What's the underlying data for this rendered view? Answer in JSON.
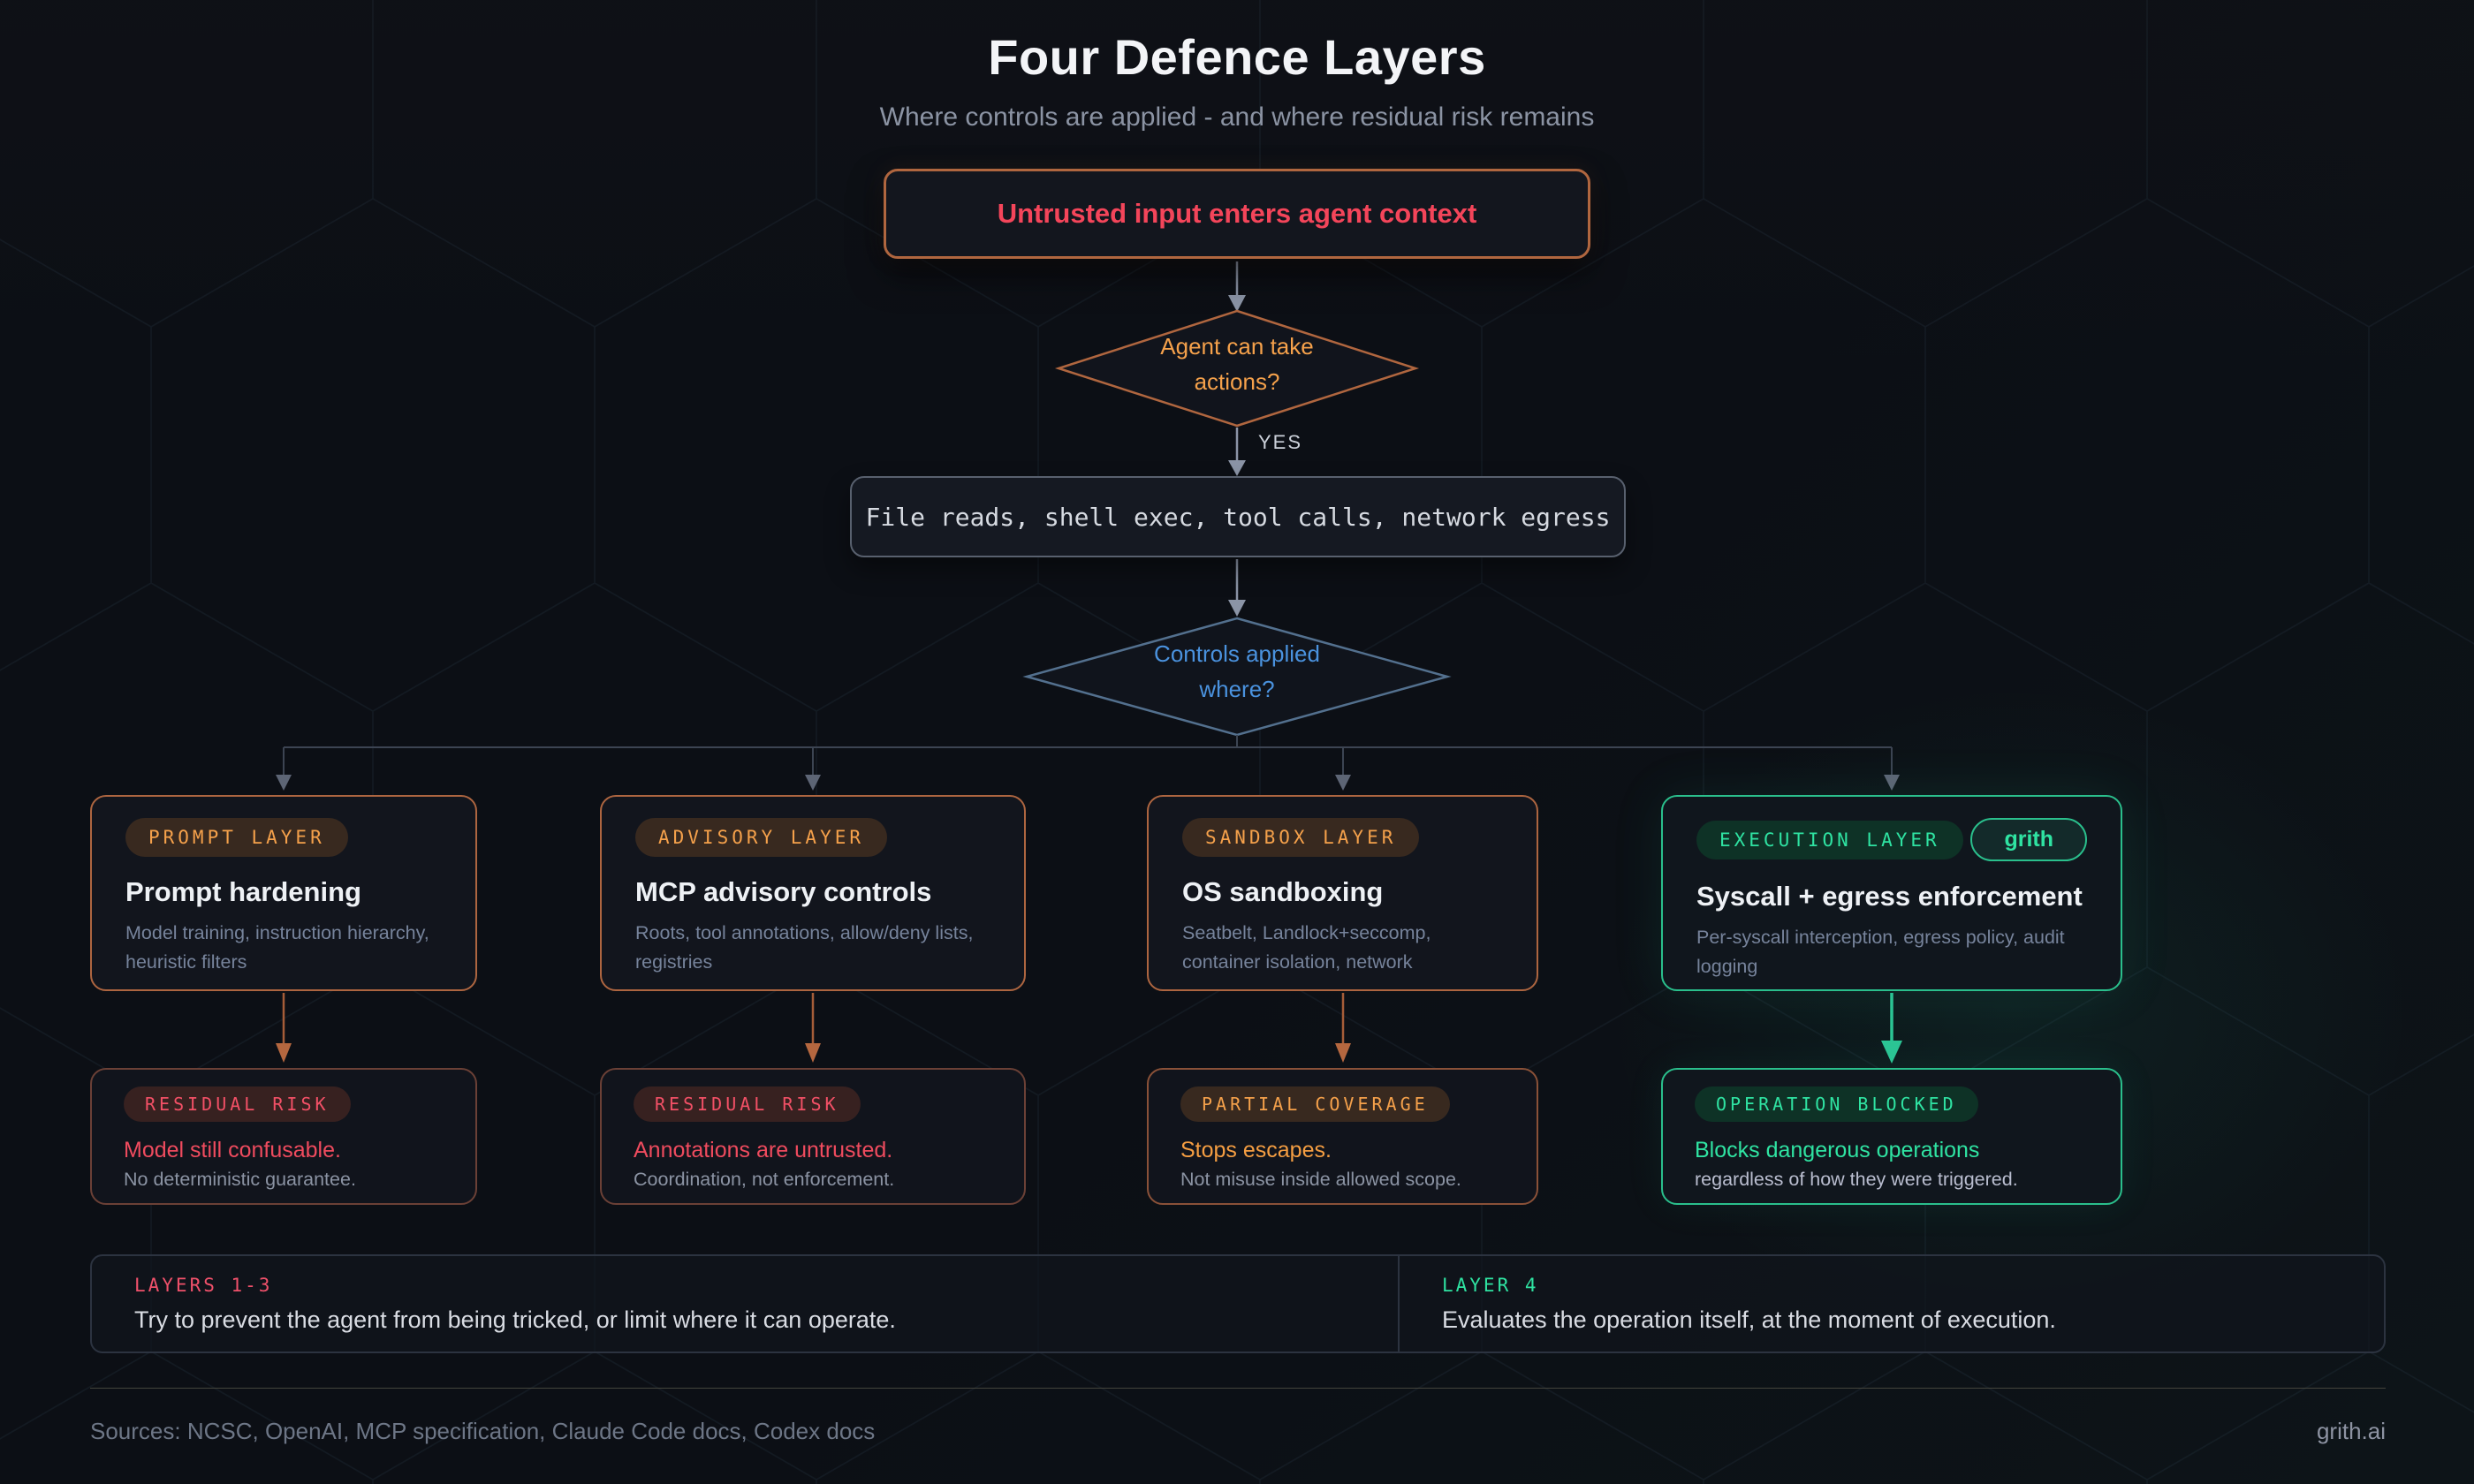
{
  "header": {
    "title": "Four Defence Layers",
    "subtitle": "Where controls are applied - and where residual risk remains"
  },
  "flow": {
    "entry_label": "Untrusted input enters agent context",
    "decision_actions_line1": "Agent can take",
    "decision_actions_line2": "actions?",
    "yes_label": "YES",
    "capabilities_label": "File reads, shell exec, tool calls, network egress",
    "decision_controls_line1": "Controls applied",
    "decision_controls_line2": "where?"
  },
  "layers": [
    {
      "badge": "PROMPT LAYER",
      "title": "Prompt hardening",
      "desc": "Model training, instruction hierarchy, heuristic filters"
    },
    {
      "badge": "ADVISORY LAYER",
      "title": "MCP advisory controls",
      "desc": "Roots, tool annotations, allow/deny lists, registries"
    },
    {
      "badge": "SANDBOX LAYER",
      "title": "OS sandboxing",
      "desc": "Seatbelt, Landlock+seccomp, container isolation, network"
    },
    {
      "badge": "EXECUTION LAYER",
      "brand_badge": "grith",
      "title": "Syscall + egress enforcement",
      "desc": "Per-syscall interception, egress policy, audit logging"
    }
  ],
  "outcomes": [
    {
      "badge": "RESIDUAL RISK",
      "title": "Model still confusable.",
      "desc": "No deterministic guarantee."
    },
    {
      "badge": "RESIDUAL RISK",
      "title": "Annotations are untrusted.",
      "desc": "Coordination, not enforcement."
    },
    {
      "badge": "PARTIAL COVERAGE",
      "title": "Stops escapes.",
      "desc": "Not misuse inside allowed scope."
    },
    {
      "badge": "OPERATION BLOCKED",
      "title": "Blocks dangerous operations",
      "desc": "regardless of how they were triggered."
    }
  ],
  "summary": {
    "left_label": "LAYERS 1-3",
    "left_text": "Try to prevent the agent from being tricked, or limit where it can operate.",
    "right_label": "LAYER 4",
    "right_text": "Evaluates the operation itself, at the moment of execution."
  },
  "footer": {
    "sources": "Sources: NCSC, OpenAI, MCP specification, Claude Code docs, Codex docs",
    "brand": "grith.ai"
  },
  "colors": {
    "accent_copper": "#b0663f",
    "accent_orange": "#f5a14b",
    "accent_red": "#f4455a",
    "accent_green": "#2fe3a2",
    "accent_blue": "#4a92de"
  }
}
